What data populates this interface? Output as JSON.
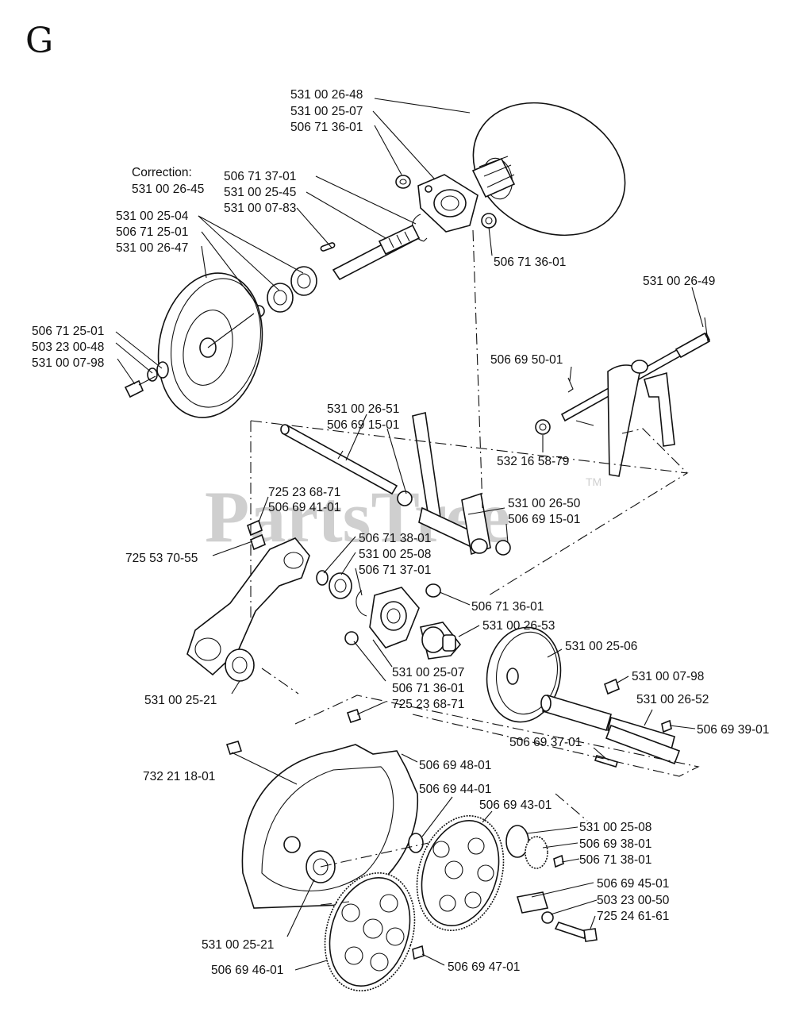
{
  "section_letter": "G",
  "watermark": {
    "text": "PartsTree",
    "tm": "TM"
  },
  "correction": {
    "title": "Correction:",
    "part": "531 00 26-45"
  },
  "labels": {
    "top_a": "531 00 26-48",
    "top_b": "531 00 25-07",
    "top_c": "506 71 36-01",
    "shaft_a": "506 71 37-01",
    "shaft_b": "531 00 25-45",
    "shaft_c": "531 00 07-83",
    "pulley_a": "531 00 25-04",
    "pulley_b": "506 71 25-01",
    "pulley_c": "531 00 26-47",
    "washer_right": "506 71 36-01",
    "left_a": "506 71 25-01",
    "left_b": "503 23 00-48",
    "left_c": "531 00 07-98",
    "rod_right": "531 00 26-49",
    "clip": "506 69 50-01",
    "washer_small": "532 16 58-79",
    "rod_a": "531 00 26-51",
    "rod_b": "506 69 15-01",
    "bolt_a": "725 23 68-71",
    "bolt_b": "506 69 41-01",
    "bolt_c": "725 53 70-55",
    "arm_a": "531 00 26-50",
    "arm_b": "506 69 15-01",
    "mid_a": "506 71 38-01",
    "mid_b": "531 00 25-08",
    "mid_c": "506 71 37-01",
    "mid_washer": "506 71 36-01",
    "mid_hub": "531 00 26-53",
    "mid_bottom_a": "531 00 25-07",
    "mid_bottom_b": "506 71 36-01",
    "mid_bottom_c": "725 23 68-71",
    "bearing_left": "531 00 25-21",
    "drum": "531 00 25-06",
    "drum_bolt": "531 00 07-98",
    "drum_shaft": "531 00 26-52",
    "drum_small": "506 69 39-01",
    "drum_pin": "506 69 37-01",
    "bolt_bottom_left": "732 21 18-01",
    "case": "506 69 48-01",
    "bushing": "506 69 44-01",
    "gear": "506 69 43-01",
    "pinion_a": "531 00 25-08",
    "pinion_b": "506 69 38-01",
    "pinion_c": "506 71 38-01",
    "spacer_a": "506 69 45-01",
    "spacer_b": "503 23 00-50",
    "spacer_c": "725 24 61-61",
    "bearing_bottom": "531 00 25-21",
    "gear_bottom": "506 69 46-01",
    "plug": "506 69 47-01"
  }
}
